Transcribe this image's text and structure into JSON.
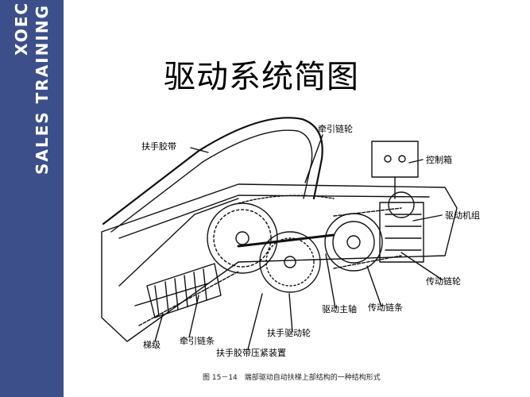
{
  "sidebar": {
    "brand": "XOEC",
    "subtitle": "SALES TRAINING",
    "color": "#3d4f8a"
  },
  "title": "驱动系统简图",
  "labels": {
    "handrail": "扶手胶带",
    "traction_sprocket": "牵引链轮",
    "control_box": "控制箱",
    "drive_unit": "驱动机组",
    "drive_sprocket": "传动链轮",
    "drive_chain": "传动链条",
    "main_drive_shaft": "驱动主轴",
    "handrail_drive_wheel": "扶手驱动轮",
    "handrail_tensioner": "扶手胶带压紧装置",
    "traction_chain": "牵引链条",
    "step": "梯级"
  },
  "caption": "图 15－14　端部驱动自动扶梯上部结构的一种结构形式"
}
